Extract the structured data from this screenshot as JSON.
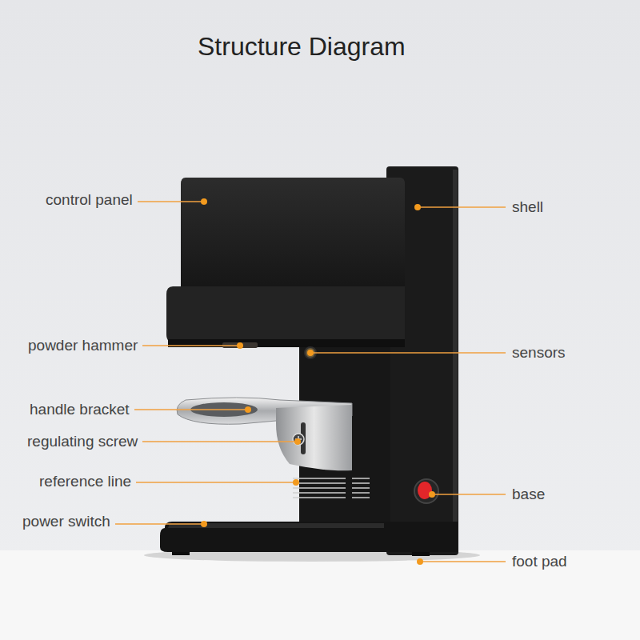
{
  "diagram": {
    "title": "Structure Diagram",
    "labels": [
      "control panel",
      "shell",
      "powder hammer",
      "sensors",
      "handle bracket",
      "regulating screw",
      "reference line",
      "power switch",
      "base",
      "foot pad"
    ]
  }
}
